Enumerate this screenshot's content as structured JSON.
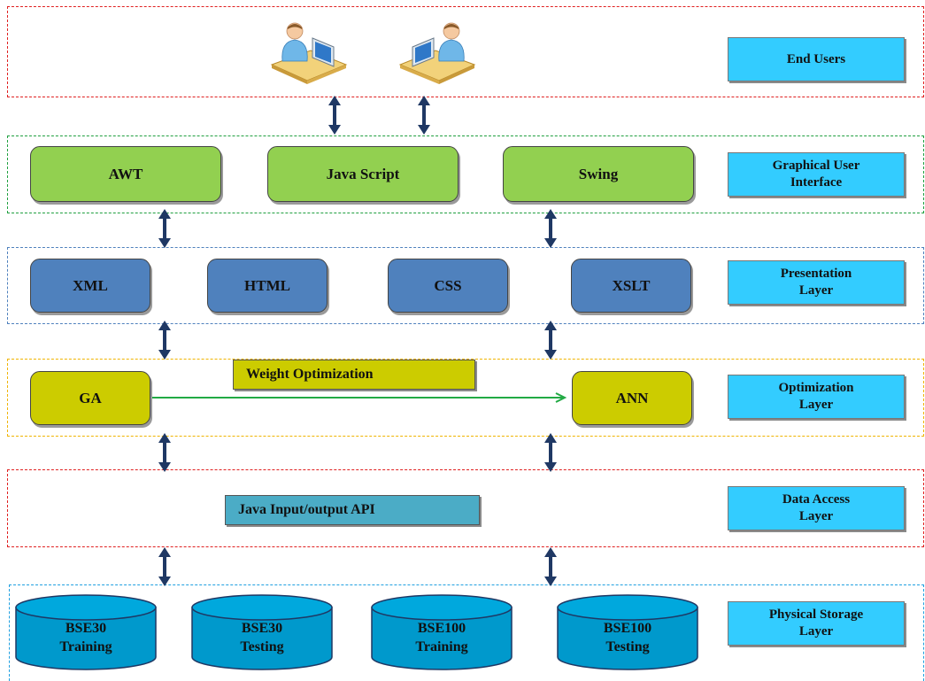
{
  "layers": {
    "end_users": {
      "label": "End Users"
    },
    "gui": {
      "label_line1": "Graphical User",
      "label_line2": "Interface",
      "items": [
        "AWT",
        "Java Script",
        "Swing"
      ]
    },
    "presentation": {
      "label_line1": "Presentation",
      "label_line2": "Layer",
      "items": [
        "XML",
        "HTML",
        "CSS",
        "XSLT"
      ]
    },
    "optimization": {
      "label_line1": "Optimization",
      "label_line2": "Layer",
      "left": "GA",
      "right": "ANN",
      "link_label": "Weight Optimization"
    },
    "data_access": {
      "label_line1": "Data Access",
      "label_line2": "Layer",
      "api": "Java Input/output API"
    },
    "storage": {
      "label_line1": "Physical Storage",
      "label_line2": "Layer",
      "items": [
        {
          "line1": "BSE30",
          "line2": "Training"
        },
        {
          "line1": "BSE30",
          "line2": "Testing"
        },
        {
          "line1": "BSE100",
          "line2": "Training"
        },
        {
          "line1": "BSE100",
          "line2": "Testing"
        }
      ]
    }
  },
  "colors": {
    "label_bg": "#33ccff",
    "gui_box": "#92d050",
    "presentation_box": "#4f81bd",
    "optimization_box": "#cccc00",
    "api_box": "#4bacc6",
    "storage_cyl": "#0099cc",
    "arrow": "#1f3864"
  },
  "icons": [
    "user-at-desk-icon",
    "double-headed-arrow-icon",
    "database-cylinder-icon"
  ]
}
